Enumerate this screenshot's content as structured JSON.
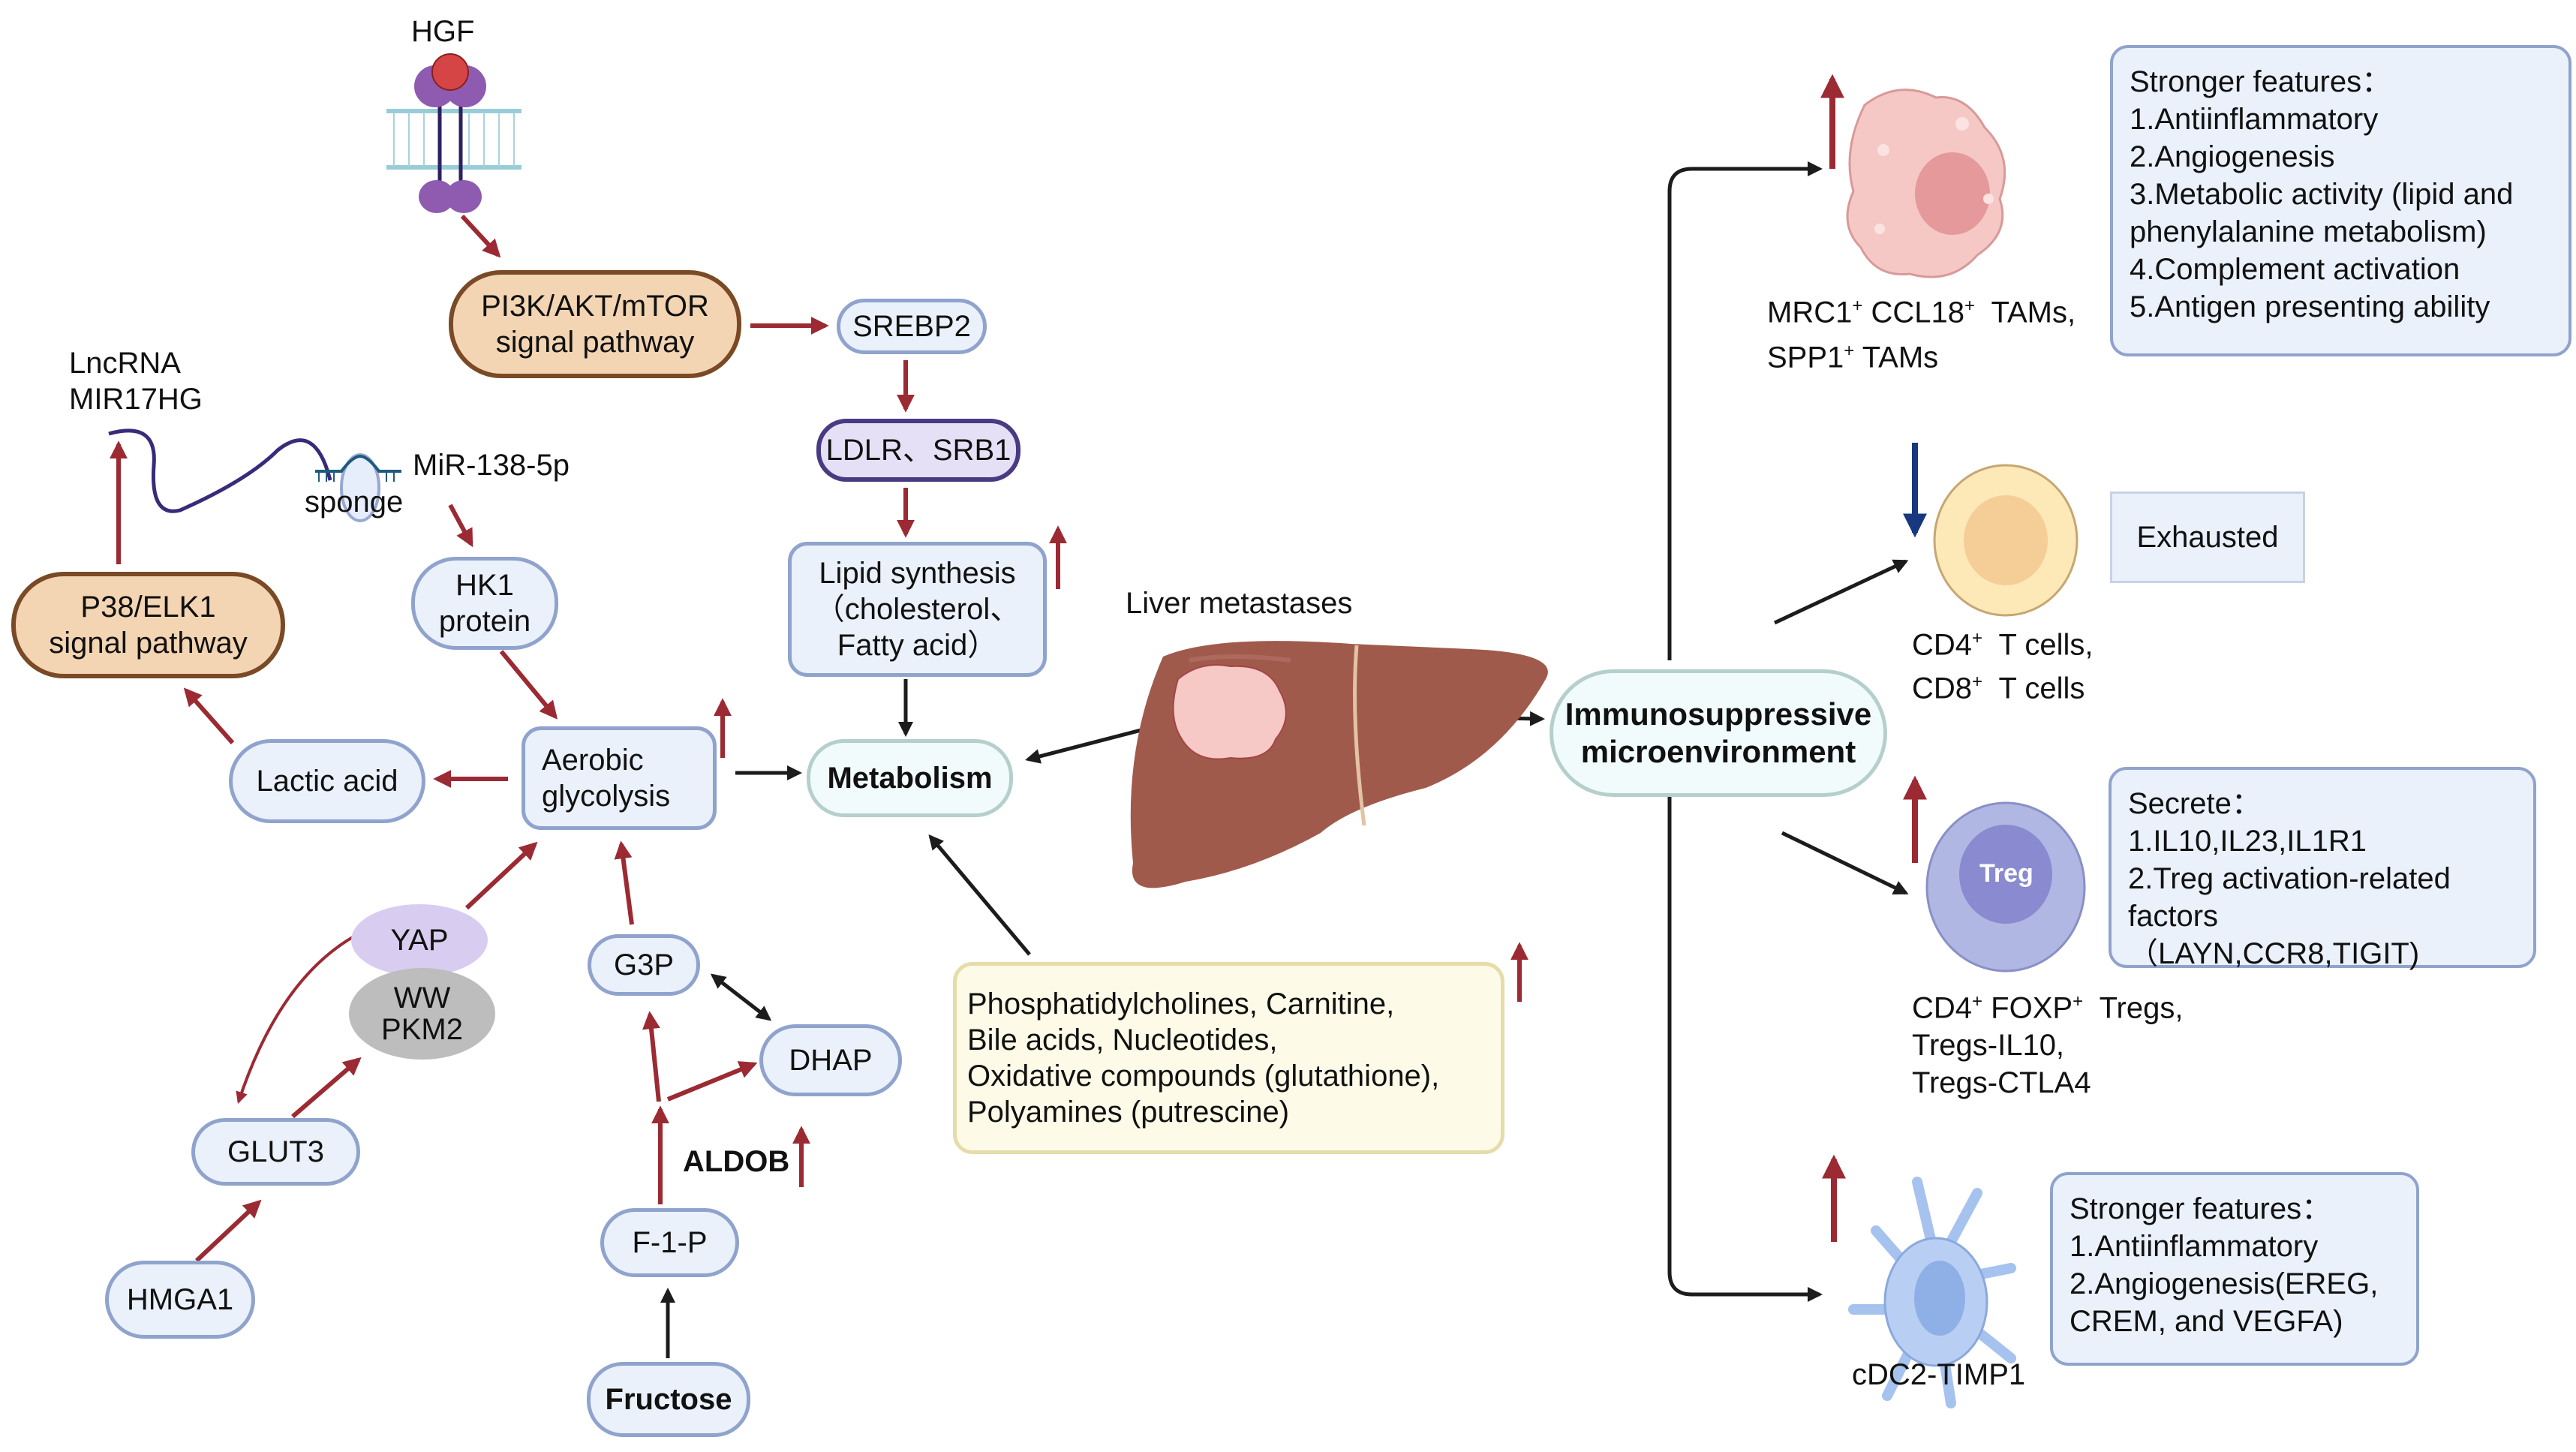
{
  "colors": {
    "up_arrow": "#9b2a33",
    "down_arrow": "#17377f",
    "black_arrow": "#1c1c1c",
    "pill_fill": "#eaf1fb",
    "pill_border": "#8fa3cc",
    "pathway_fill": "#f3d5b3",
    "pathway_border": "#7a4a26",
    "liver": "#a05a4c",
    "tumor": "#f6c8c6"
  },
  "left_pathway": {
    "hgf": "HGF",
    "pi3k": "PI3K/AKT/mTOR\nsignal pathway",
    "srebp2": "SREBP2",
    "ldlr": "LDLR、SRB1",
    "lipid": "Lipid synthesis\n（cholesterol、\nFatty acid）",
    "lncrna": "LncRNA\nMIR17HG",
    "mir": "MiR-138-5p",
    "sponge": "sponge",
    "p38": "P38/ELK1\nsignal pathway",
    "hk1": "HK1\nprotein",
    "lactic": "Lactic acid",
    "aerobic": "Aerobic\nglycolysis",
    "metabolism": "Metabolism",
    "yap": "YAP",
    "ww": "WW",
    "pkm2": "PKM2",
    "glut3": "GLUT3",
    "hmga1": "HMGA1",
    "g3p": "G3P",
    "dhap": "DHAP",
    "aldob": "ALDOB",
    "f1p": "F-1-P",
    "fructose": "Fructose",
    "metabolites": "Phosphatidylcholines, Carnitine,\n Bile acids, Nucleotides,\n Oxidative compounds (glutathione),\nPolyamines (putrescine)"
  },
  "center": {
    "liver_title": "Liver metastases",
    "immuno": "Immunosuppressive\nmicroenvironment"
  },
  "cells": {
    "tam": {
      "label_line1_a": "MRC1",
      "label_line1_b": " CCL18",
      "label_line1_c": "  TAMs,",
      "label_line2_a": "SPP1",
      "label_line2_b": " TAMs",
      "sup": "+",
      "trend": "up",
      "features": "Stronger features：\n1.Antiinflammatory\n2.Angiogenesis\n3.Metabolic activity (lipid and\nphenylalanine metabolism)\n4.Complement activation\n5.Antigen presenting ability"
    },
    "tcell": {
      "line1_a": "CD4",
      "line1_b": "  T cells,",
      "line2_a": "CD8",
      "line2_b": "  T cells",
      "sup": "+",
      "trend": "down",
      "state": "Exhausted"
    },
    "treg": {
      "inner": "Treg",
      "line1_a": "CD4",
      "line1_b": " FOXP",
      "line1_c": "  Tregs,",
      "line2": "Tregs-IL10,",
      "line3": "Tregs-CTLA4",
      "sup": "+",
      "trend": "up",
      "features": "Secrete：\n1.IL10,IL23,IL1R1\n2.Treg activation-related\nfactors （LAYN,CCR8,TIGIT)"
    },
    "cdc2": {
      "label": "cDC2-TIMP1",
      "trend": "up",
      "features": "Stronger features：\n1.Antiinflammatory\n2.Angiogenesis(EREG,\nCREM, and VEGFA)"
    }
  }
}
